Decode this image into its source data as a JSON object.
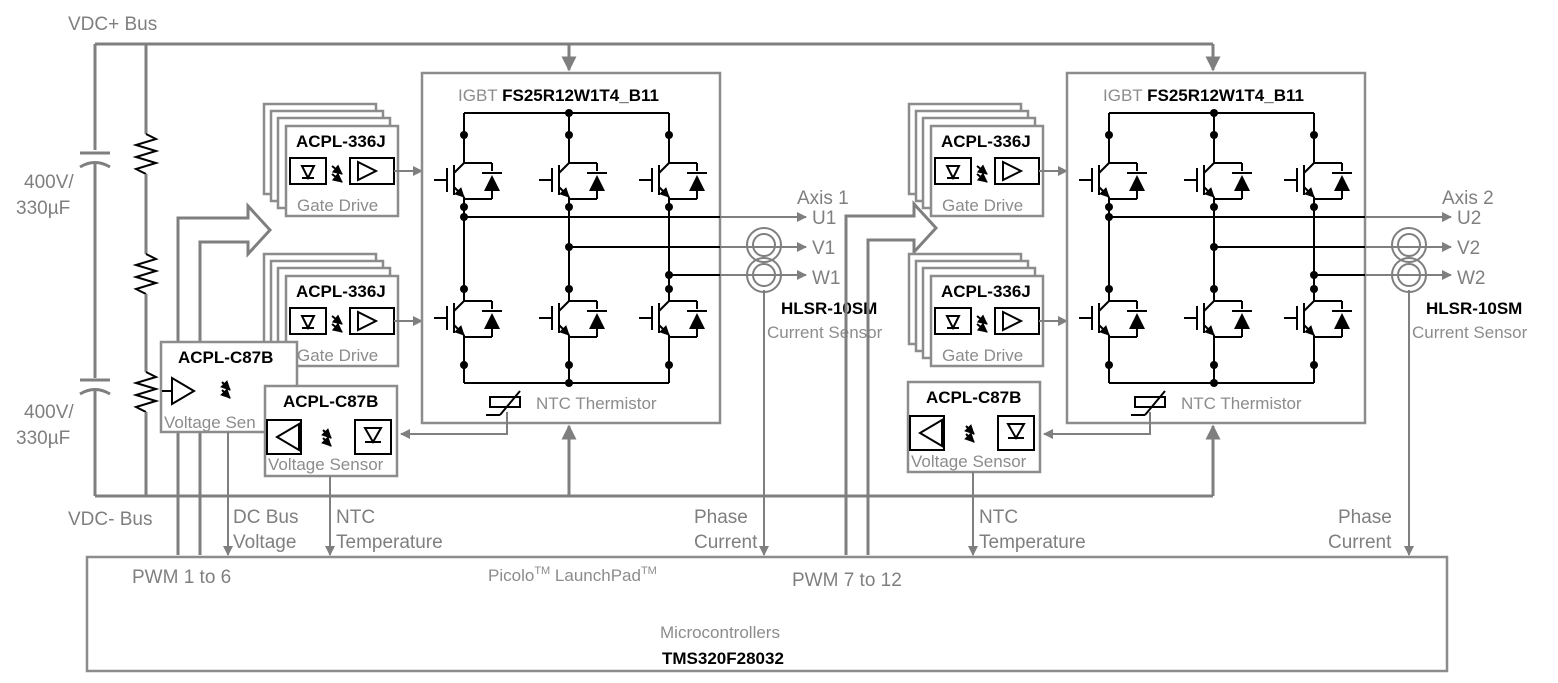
{
  "bus": {
    "vdc_plus": "VDC+ Bus",
    "vdc_minus": "VDC- Bus"
  },
  "caps": {
    "top": [
      "400V/",
      "330µF"
    ],
    "bottom": [
      "400V/",
      "330µF"
    ]
  },
  "igbt": {
    "prefix": "IGBT",
    "part": "FS25R12W1T4_B11",
    "ntc": "NTC Thermistor"
  },
  "gate_drive": {
    "part": "ACPL-336J",
    "label": "Gate Drive"
  },
  "voltage_sensor": {
    "part": "ACPL-C87B",
    "label": "Voltage Sensor",
    "label_partial": "Voltage Sen"
  },
  "axis1": {
    "title": "Axis 1",
    "phases": [
      "U1",
      "V1",
      "W1"
    ]
  },
  "axis2": {
    "title": "Axis 2",
    "phases": [
      "U2",
      "V2",
      "W2"
    ]
  },
  "current_sensor": {
    "part": "HLSR-10SM",
    "label": "Current Sensor"
  },
  "signals": {
    "dc_bus": [
      "DC Bus",
      "Voltage"
    ],
    "ntc_temp": [
      "NTC",
      "Temperature"
    ],
    "phase_current": [
      "Phase",
      "Current"
    ],
    "pwm1": "PWM 1 to 6",
    "pwm2": "PWM 7 to 12"
  },
  "mcu": {
    "launchpad_a": "Picolo",
    "tm1": "TM",
    "launchpad_b": " LaunchPad",
    "tm2": "TM",
    "title": "Microcontrollers",
    "part": "TMS320F28032"
  }
}
